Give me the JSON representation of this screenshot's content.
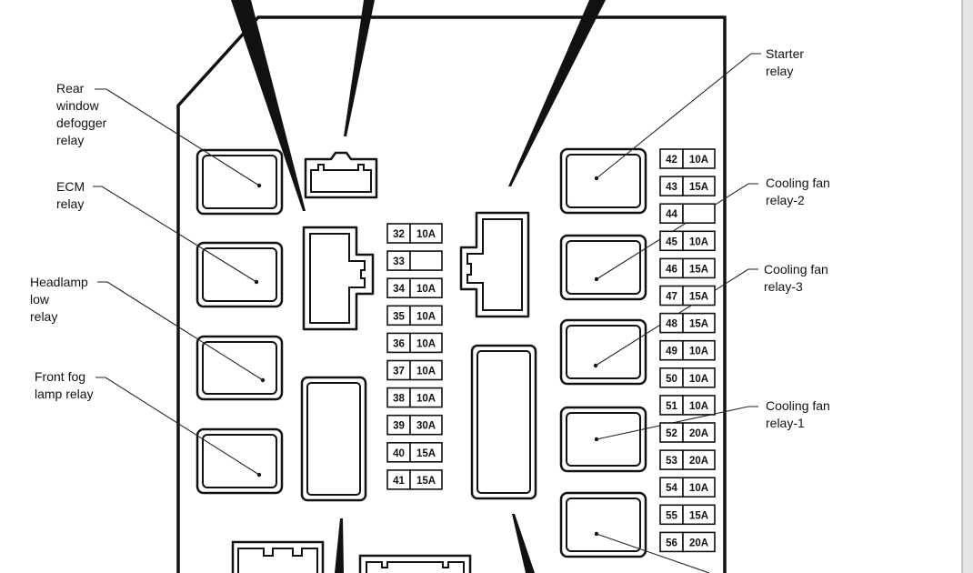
{
  "labels": {
    "rear_defogger": "Rear\nwindow\ndefogger\nrelay",
    "ecm": "ECM\nrelay",
    "headlamp_low": "Headlamp\nlow\nrelay",
    "front_fog": "Front fog\nlamp relay",
    "starter": "Starter\nrelay",
    "cooling_fan_2": "Cooling fan\nrelay-2",
    "cooling_fan_3": "Cooling fan\nrelay-3",
    "cooling_fan_1": "Cooling fan\nrelay-1"
  },
  "fuses_middle": [
    {
      "num": "32",
      "amp": "10A"
    },
    {
      "num": "33",
      "amp": ""
    },
    {
      "num": "34",
      "amp": "10A"
    },
    {
      "num": "35",
      "amp": "10A"
    },
    {
      "num": "36",
      "amp": "10A"
    },
    {
      "num": "37",
      "amp": "10A"
    },
    {
      "num": "38",
      "amp": "10A"
    },
    {
      "num": "39",
      "amp": "30A"
    },
    {
      "num": "40",
      "amp": "15A"
    },
    {
      "num": "41",
      "amp": "15A"
    }
  ],
  "fuses_right": [
    {
      "num": "42",
      "amp": "10A"
    },
    {
      "num": "43",
      "amp": "15A"
    },
    {
      "num": "44",
      "amp": ""
    },
    {
      "num": "45",
      "amp": "10A"
    },
    {
      "num": "46",
      "amp": "15A"
    },
    {
      "num": "47",
      "amp": "15A"
    },
    {
      "num": "48",
      "amp": "15A"
    },
    {
      "num": "49",
      "amp": "10A"
    },
    {
      "num": "50",
      "amp": "10A"
    },
    {
      "num": "51",
      "amp": "10A"
    },
    {
      "num": "52",
      "amp": "20A"
    },
    {
      "num": "53",
      "amp": "20A"
    },
    {
      "num": "54",
      "amp": "10A"
    },
    {
      "num": "55",
      "amp": "15A"
    },
    {
      "num": "56",
      "amp": "20A"
    }
  ]
}
